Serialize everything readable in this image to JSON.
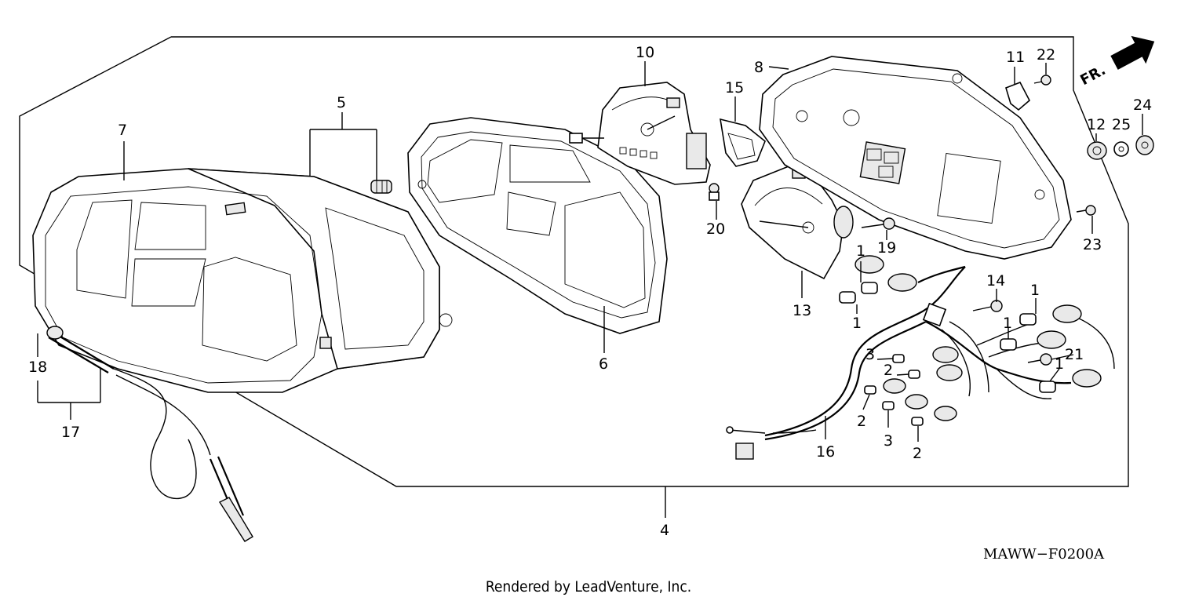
{
  "diagram": {
    "part_labels": [
      {
        "id": "p1a",
        "text": "1"
      },
      {
        "id": "p1b",
        "text": "1"
      },
      {
        "id": "p1c",
        "text": "1"
      },
      {
        "id": "p1d",
        "text": "1"
      },
      {
        "id": "p1e",
        "text": "1"
      },
      {
        "id": "p2a",
        "text": "2"
      },
      {
        "id": "p2b",
        "text": "2"
      },
      {
        "id": "p2c",
        "text": "2"
      },
      {
        "id": "p3a",
        "text": "3"
      },
      {
        "id": "p3b",
        "text": "3"
      },
      {
        "id": "p4",
        "text": "4"
      },
      {
        "id": "p5",
        "text": "5"
      },
      {
        "id": "p6",
        "text": "6"
      },
      {
        "id": "p7",
        "text": "7"
      },
      {
        "id": "p8",
        "text": "8"
      },
      {
        "id": "p10",
        "text": "10"
      },
      {
        "id": "p11",
        "text": "11"
      },
      {
        "id": "p12",
        "text": "12"
      },
      {
        "id": "p13",
        "text": "13"
      },
      {
        "id": "p14",
        "text": "14"
      },
      {
        "id": "p15",
        "text": "15"
      },
      {
        "id": "p16",
        "text": "16"
      },
      {
        "id": "p17",
        "text": "17"
      },
      {
        "id": "p18",
        "text": "18"
      },
      {
        "id": "p19",
        "text": "19"
      },
      {
        "id": "p20",
        "text": "20"
      },
      {
        "id": "p21",
        "text": "21"
      },
      {
        "id": "p22",
        "text": "22"
      },
      {
        "id": "p23",
        "text": "23"
      },
      {
        "id": "p24",
        "text": "24"
      },
      {
        "id": "p25",
        "text": "25"
      }
    ],
    "direction_label": "FR.",
    "diagram_code": "MAWW−F0200A",
    "footer": "Rendered by LeadVenture, Inc."
  }
}
